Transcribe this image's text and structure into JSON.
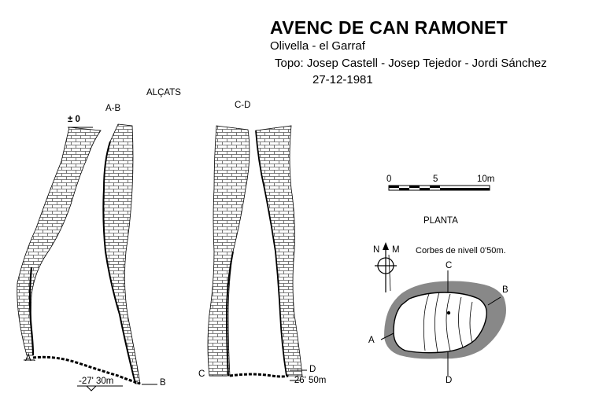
{
  "header": {
    "title": "AVENC DE CAN RAMONET",
    "location": "Olivella  - el Garraf",
    "credits": "Topo: Josep Castell - Josep Tejedor - Jordi Sánchez",
    "date": "27-12-1981"
  },
  "elevations": {
    "heading": "ALÇATS",
    "section_ab": {
      "label": "A-B",
      "top_datum": "± 0",
      "left_point": "A",
      "right_point": "B",
      "depth": "-27' 30m"
    },
    "section_cd": {
      "label": "C-D",
      "left_point": "C",
      "right_point": "D",
      "depth": "-26' 50m"
    }
  },
  "scale_bar": {
    "tick_0": "0",
    "tick_5": "5",
    "tick_10": "10m"
  },
  "plan": {
    "heading": "PLANTA",
    "contour_note": "Corbes de nivell 0'50m.",
    "north_true": "N",
    "north_magnetic": "M",
    "point_a": "A",
    "point_b": "B",
    "point_c": "C",
    "point_d": "D"
  },
  "colors": {
    "ink": "#000000",
    "paper": "#ffffff",
    "rock_shade": "#888888"
  }
}
